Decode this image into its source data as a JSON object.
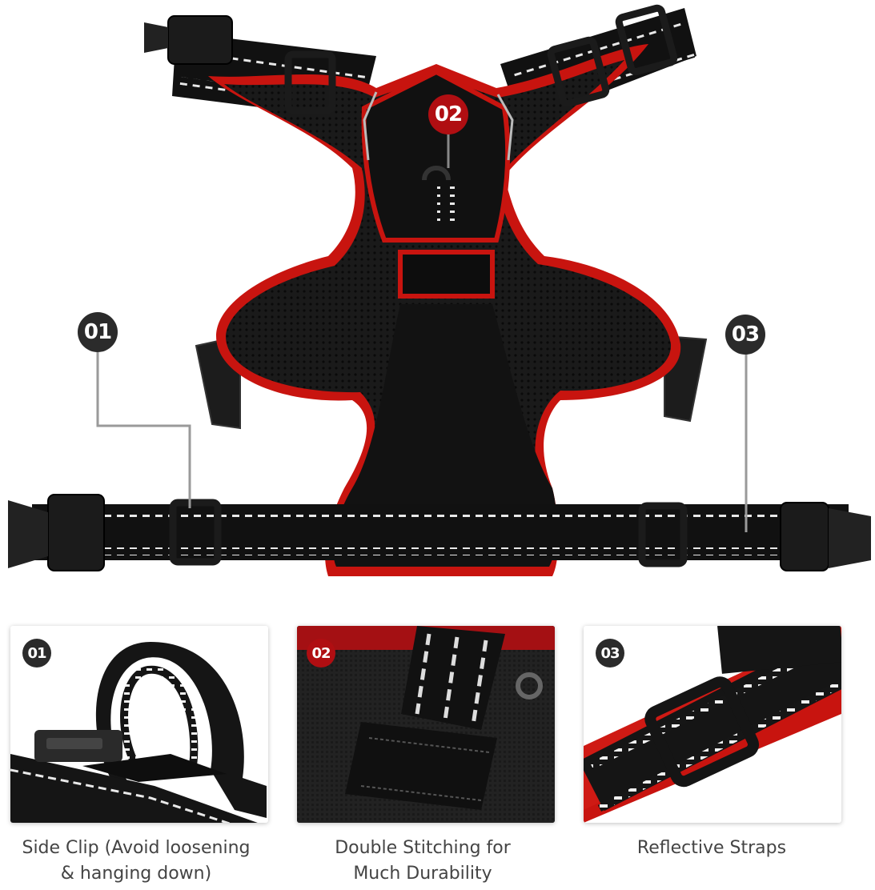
{
  "callouts": {
    "one": "01",
    "two": "02",
    "three": "03"
  },
  "panels": [
    {
      "badge": "01",
      "caption_line1": "Side Clip (Avoid loosening",
      "caption_line2": "& hanging down)"
    },
    {
      "badge": "02",
      "caption_line1": "Double Stitching for",
      "caption_line2": "Much Durability"
    },
    {
      "badge": "03",
      "caption_line1": "Reflective Straps",
      "caption_line2": ""
    }
  ],
  "colors": {
    "trim_red": "#c8140f",
    "body_black": "#141414",
    "badge_dark": "#2b2b2b",
    "badge_red": "#b00e12"
  },
  "icons": [
    "buckle-icon",
    "d-ring-icon",
    "slider-icon"
  ]
}
